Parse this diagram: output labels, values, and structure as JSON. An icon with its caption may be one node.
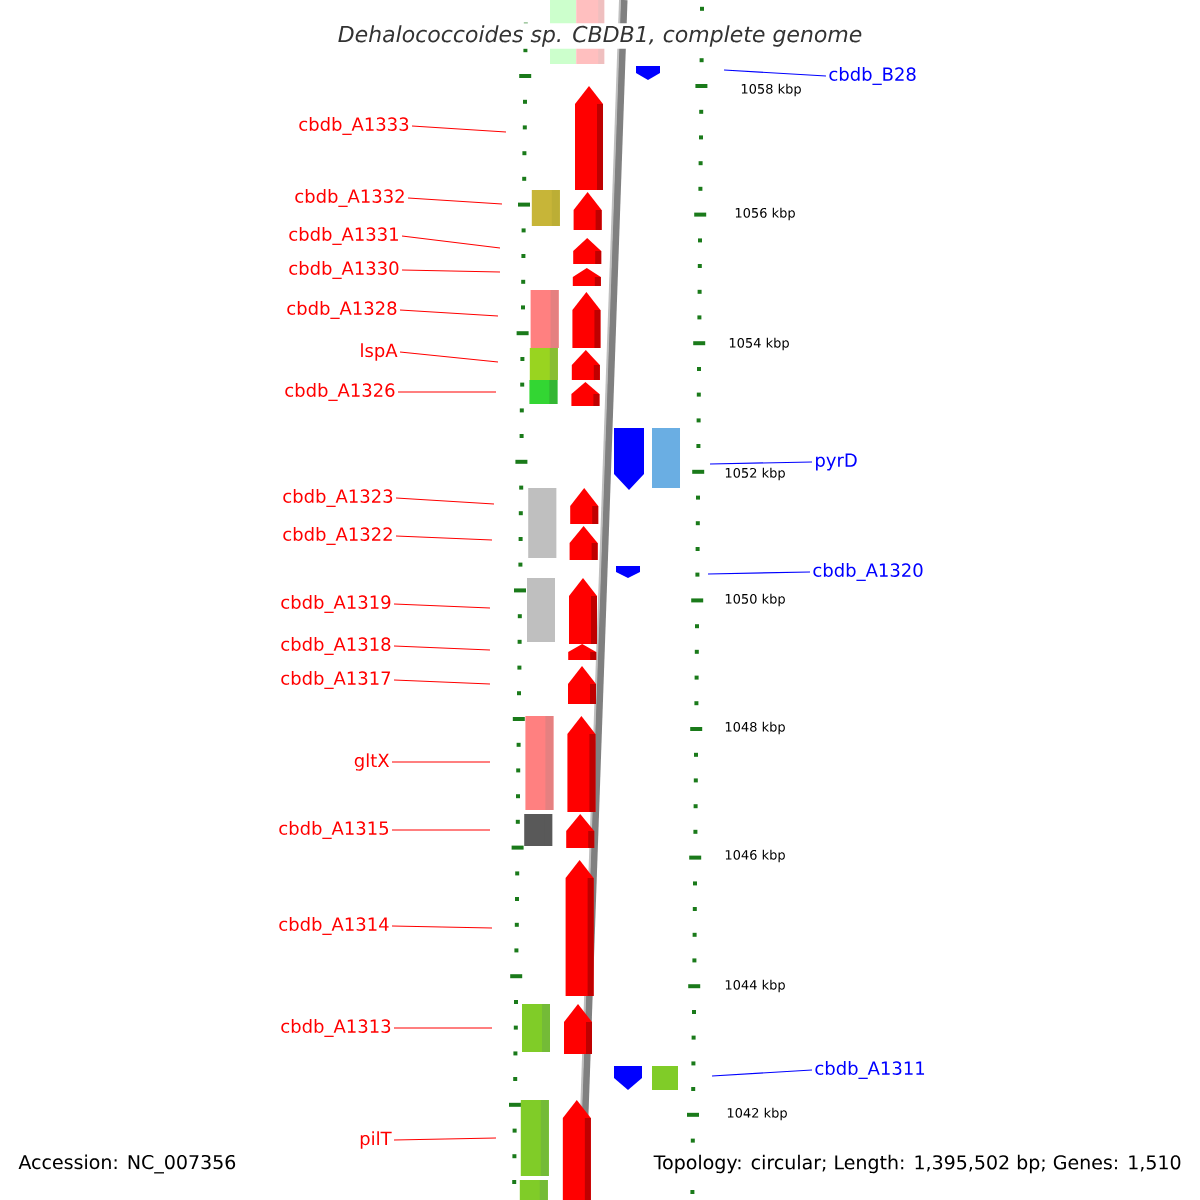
{
  "diagram": {
    "title": "Dehalococcoides sp. CBDB1, complete genome",
    "nodes": [
      {
        "text": [
          "cbdb_B28"
        ]
      },
      {
        "text": [
          "cbdb_A1333"
        ]
      },
      {
        "text": [
          "cbdb_A1332"
        ]
      },
      {
        "text": [
          "cbdb_A1331"
        ]
      },
      {
        "text": [
          "cbdb_A1330"
        ]
      },
      {
        "text": [
          "cbdb_A1328"
        ]
      },
      {
        "text": [
          "lspA"
        ]
      },
      {
        "text": [
          "cbdb_A1326"
        ]
      },
      {
        "text": [
          "pyrD"
        ]
      },
      {
        "text": [
          "cbdb_A1323"
        ]
      },
      {
        "text": [
          "cbdb_A1322"
        ]
      },
      {
        "text": [
          "cbdb_A1320"
        ]
      },
      {
        "text": [
          "cbdb_A1319"
        ]
      },
      {
        "text": [
          "cbdb_A1318"
        ]
      },
      {
        "text": [
          "cbdb_A1317"
        ]
      },
      {
        "text": [
          "gltX"
        ]
      },
      {
        "text": [
          "cbdb_A1315"
        ]
      },
      {
        "text": [
          "cbdb_A1314"
        ]
      },
      {
        "text": [
          "cbdb_A1313"
        ]
      },
      {
        "text": [
          "cbdb_A1311"
        ]
      },
      {
        "text": [
          "pilT"
        ]
      }
    ],
    "edges": [
      {
        "from": 0,
        "to": null,
        "arrow": "none",
        "color": "#0000ff"
      },
      {
        "from": 1,
        "to": null,
        "arrow": "none"
      },
      {
        "from": 2,
        "to": null,
        "arrow": "none"
      },
      {
        "from": 3,
        "to": null,
        "arrow": "none"
      },
      {
        "from": 4,
        "to": null,
        "arrow": "none"
      },
      {
        "from": 5,
        "to": null,
        "arrow": "none"
      },
      {
        "from": 6,
        "to": null,
        "arrow": "none"
      },
      {
        "from": 7,
        "to": null,
        "arrow": "none"
      },
      {
        "from": 8,
        "to": null,
        "arrow": "none",
        "color": "#0000ff"
      },
      {
        "from": 9,
        "to": null,
        "arrow": "none"
      },
      {
        "from": 10,
        "to": null,
        "arrow": "none"
      },
      {
        "from": 11,
        "to": null,
        "arrow": "none",
        "color": "#0000ff"
      },
      {
        "from": 12,
        "to": null,
        "arrow": "none"
      },
      {
        "from": 13,
        "to": null,
        "arrow": "none"
      },
      {
        "from": 14,
        "to": null,
        "arrow": "none"
      },
      {
        "from": 15,
        "to": null,
        "arrow": "none"
      },
      {
        "from": 16,
        "to": null,
        "arrow": "none"
      },
      {
        "from": 17,
        "to": null,
        "arrow": "none"
      },
      {
        "from": 18,
        "to": null,
        "arrow": "none"
      },
      {
        "from": 19,
        "to": null,
        "arrow": "none",
        "color": "#0000ff"
      },
      {
        "from": 20,
        "to": null,
        "arrow": "none"
      }
    ],
    "labels": [
      "1058 kbp",
      "1056 kbp",
      "1054 kbp",
      "1052 kbp",
      "1050 kbp",
      "1048 kbp",
      "1046 kbp",
      "1044 kbp",
      "1042 kbp",
      "Accession: NC_007356",
      "Topology: circular; Length: 1,395,502 bp; Genes: 1,510"
    ]
  }
}
